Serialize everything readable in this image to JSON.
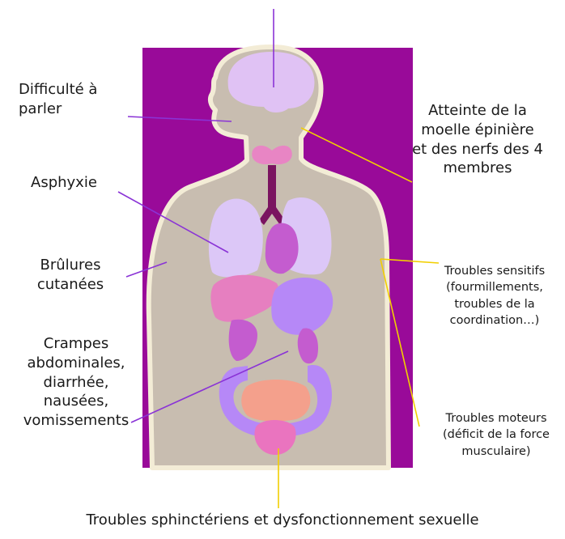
{
  "colors": {
    "background_panel": "#990a99",
    "body_fill": "#c8bdb0",
    "body_outline": "#f3ecd6",
    "brain": "#e0c2f4",
    "lungs": "#dcc7f7",
    "heart": "#c45ccf",
    "liver": "#e67fc0",
    "intestine": "#b688f7",
    "bladder": "#ea74bf",
    "pelvis_organ": "#f4a08c",
    "thyroid": "#e885c4",
    "trachea": "#7a1460",
    "line_purple": "#8a33d6",
    "line_yellow": "#f2cf00"
  },
  "labels": {
    "speech": "Difficulté à\nparler",
    "spinal": "Atteinte de la\nmoelle épinière\net des nerfs des 4\nmembres",
    "asphyxia": "Asphyxie",
    "burns": "Brûlures\ncutanées",
    "sensory": "Troubles sensitifs\n(fourmillements,\ntroubles de la\ncoordination…)",
    "abdominal": "Crampes\nabdominales,\ndiarrhée,\nnausées,\nvomissements",
    "motor": "Troubles moteurs\n(déficit de la force\nmusculaire)",
    "sphincter": "Troubles sphinctériens et dysfonctionnement sexuelle"
  }
}
